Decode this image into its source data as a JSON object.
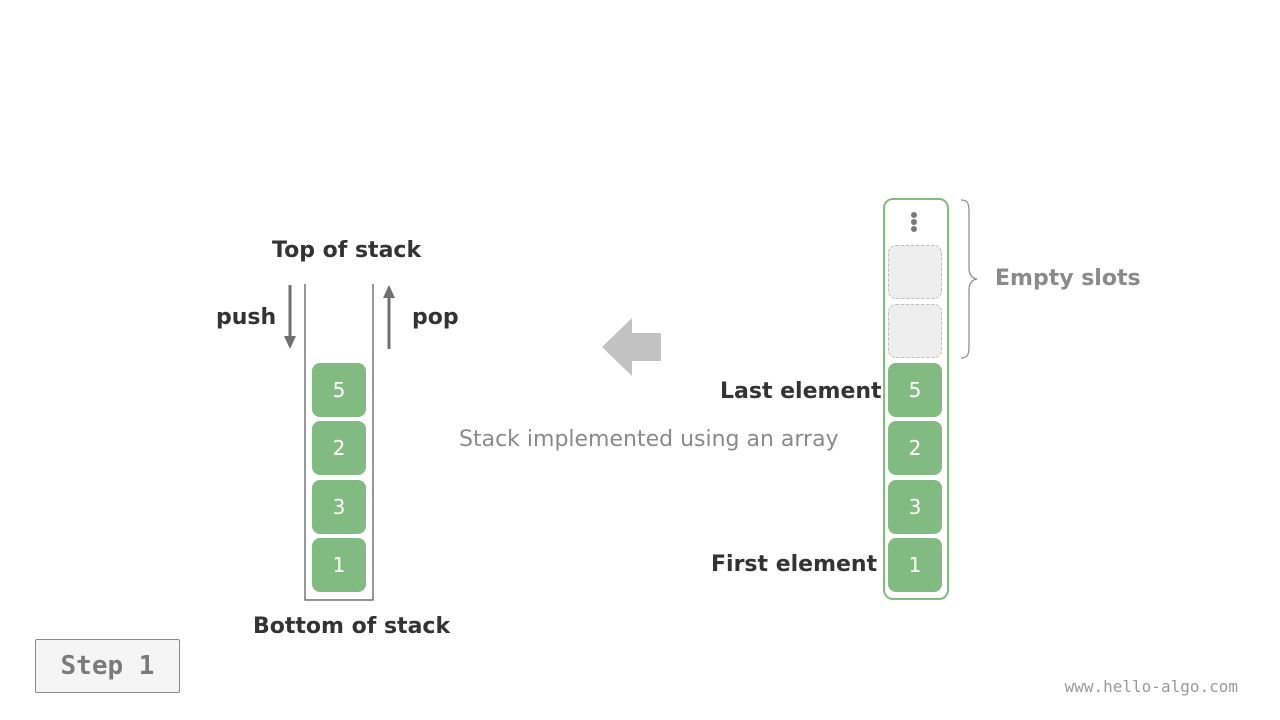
{
  "stack": {
    "top_label": "Top of stack",
    "bottom_label": "Bottom of stack",
    "push_label": "push",
    "pop_label": "pop",
    "cells_top_to_bottom": [
      "5",
      "2",
      "3",
      "1"
    ]
  },
  "array": {
    "cells_top_to_bottom": [
      "5",
      "2",
      "3",
      "1"
    ],
    "empty_slots_count": 2,
    "empty_slots_label": "Empty slots",
    "last_element_label": "Last element",
    "first_element_label": "First element"
  },
  "caption": "Stack implemented using an array",
  "step_button_label": "Step 1",
  "watermark": "www.hello-algo.com",
  "colors": {
    "cell_green": "#82bb82",
    "array_border": "#82bb82",
    "arrow_gray": "#c2c2c2",
    "text_dark": "#333333",
    "text_gray": "#8a8a8a"
  },
  "icons": {
    "transform_arrow": "left-arrow-icon",
    "push_arrow": "down-arrow-icon",
    "pop_arrow": "up-arrow-icon",
    "ellipsis": "vertical-ellipsis-icon",
    "brace": "right-brace-icon"
  }
}
